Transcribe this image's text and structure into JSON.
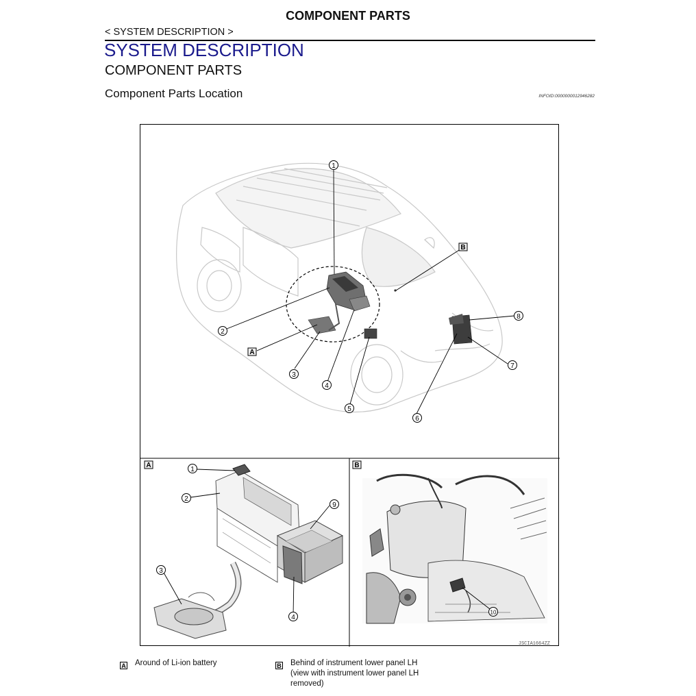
{
  "header": {
    "title": "COMPONENT PARTS",
    "breadcrumb": "< SYSTEM DESCRIPTION >"
  },
  "section": {
    "title": "SYSTEM DESCRIPTION",
    "subtitle": "COMPONENT PARTS",
    "heading": "Component Parts Location",
    "info_id": "INFOID:0000000012946282"
  },
  "figure": {
    "callouts": [
      "1",
      "2",
      "3",
      "4",
      "5",
      "6",
      "7",
      "8",
      "9",
      "10"
    ],
    "views": {
      "a": "A",
      "b": "B"
    },
    "code": "JSCIA1664ZZ"
  },
  "legend": [
    {
      "key": "A",
      "text": "Around of Li-ion battery"
    },
    {
      "key": "B",
      "text_lines": [
        "Behind of instrument lower panel LH",
        "(view with instrument lower panel LH",
        "removed)"
      ]
    }
  ]
}
